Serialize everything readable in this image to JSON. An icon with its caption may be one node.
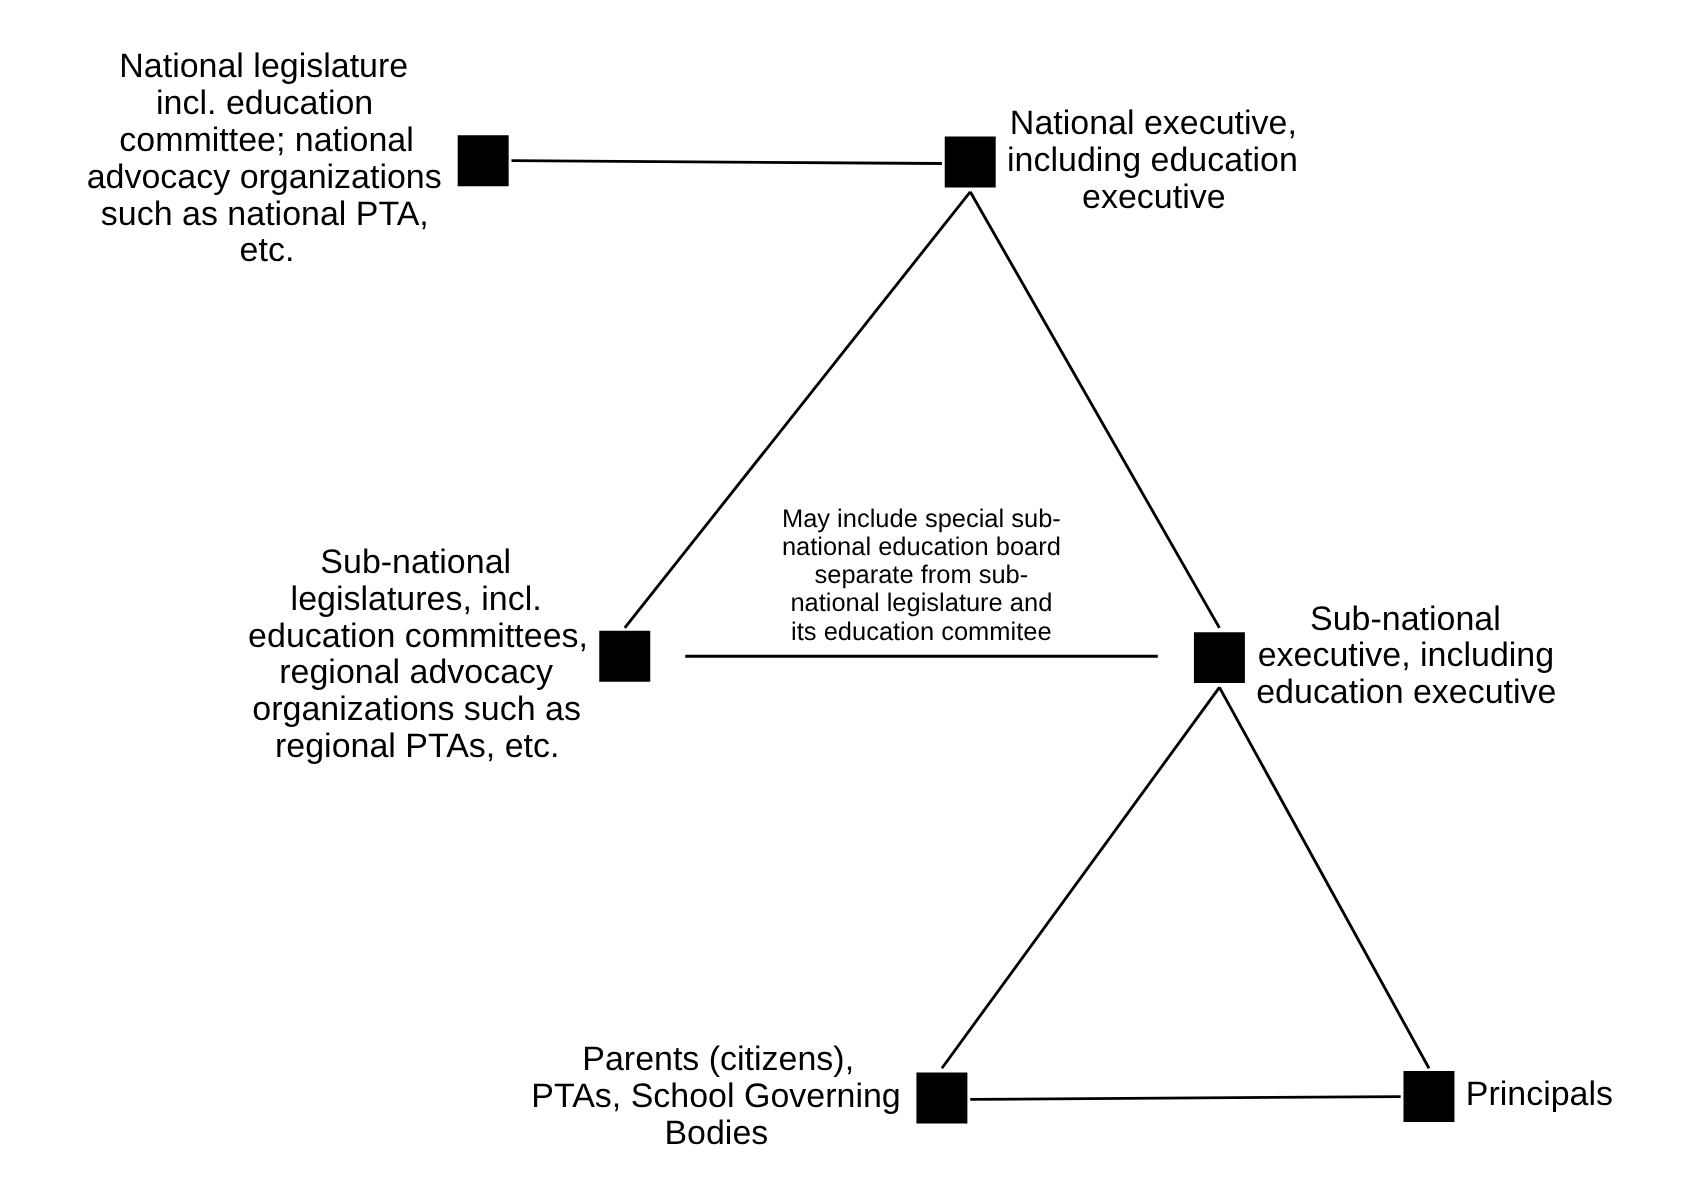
{
  "diagram": {
    "nodes": [
      {
        "text": [],
        "shape": "box",
        "beside": [
          "National legislature incl. education committee; national advocacy organizations such as national PTA, etc."
        ]
      },
      {
        "text": [],
        "shape": "box",
        "beside": [
          "National executive, including education executive"
        ]
      },
      {
        "text": [],
        "shape": "box",
        "beside": [
          "Sub-national legislatures, incl. education committees, regional advocacy organizations such as regional PTAs, etc."
        ]
      },
      {
        "text": [],
        "shape": "box",
        "beside": [
          "Sub-national executive, including education executive"
        ]
      },
      {
        "text": [],
        "shape": "box",
        "beside": [
          "Parents (citizens), PTAs, School Governing Bodies"
        ]
      },
      {
        "text": [],
        "shape": "box",
        "beside": [
          "Principals"
        ]
      }
    ],
    "edges": [
      {
        "from": 0,
        "to": 1,
        "arrow": "none"
      },
      {
        "from": 1,
        "to": 2,
        "arrow": "none"
      },
      {
        "from": 1,
        "to": 3,
        "arrow": "none"
      },
      {
        "from": 2,
        "to": 3,
        "arrow": "none",
        "label": "May include special sub-national education board separate from sub-national legislature and its education commitee"
      },
      {
        "from": 3,
        "to": 4,
        "arrow": "none"
      },
      {
        "from": 3,
        "to": 5,
        "arrow": "none"
      },
      {
        "from": 4,
        "to": 5,
        "arrow": "none"
      }
    ]
  }
}
